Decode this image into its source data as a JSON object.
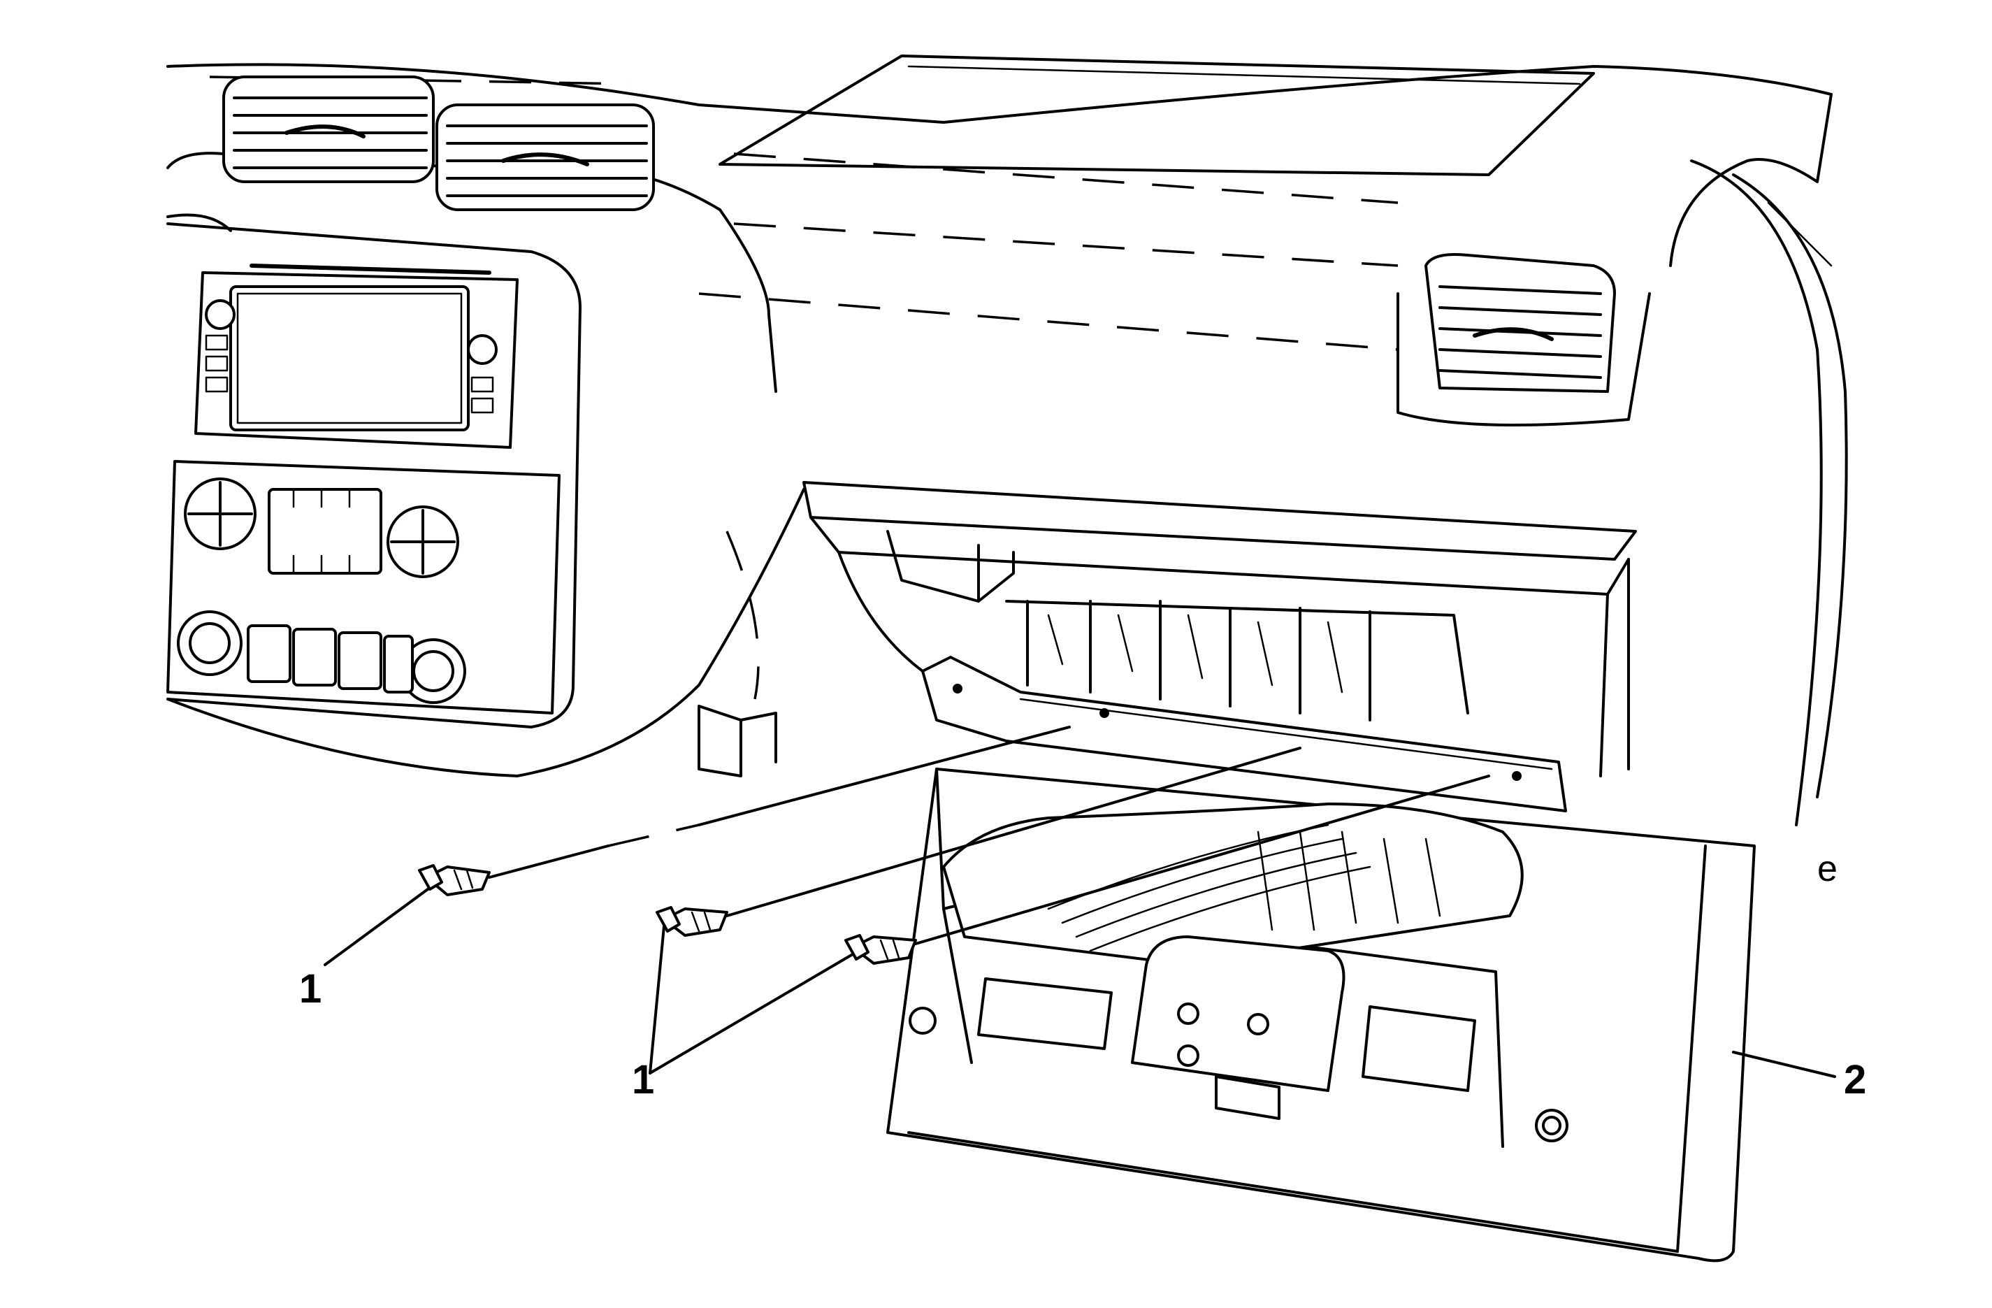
{
  "callouts": {
    "fastener_label_left": "1",
    "fastener_label_group": "1",
    "glove_box_label": "2"
  },
  "icons": [
    "bolt-icon",
    "bolt-icon",
    "bolt-icon"
  ],
  "colors": {
    "line": "#000000",
    "background": "#ffffff"
  }
}
